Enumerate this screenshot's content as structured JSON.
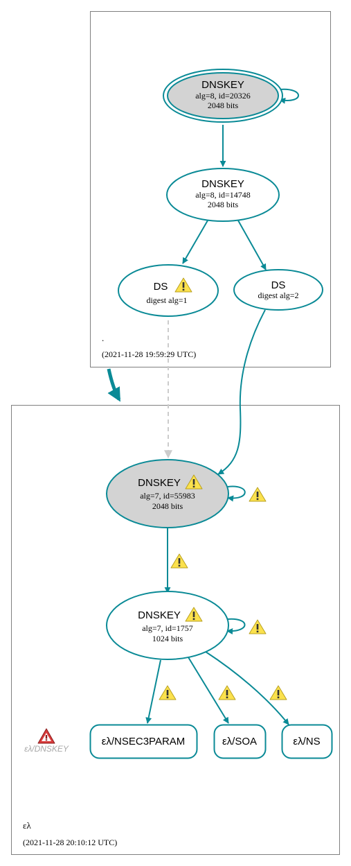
{
  "colors": {
    "edge": "#0a8a96",
    "node_stroke": "#0a8a96",
    "ksk_fill": "#d3d3d3",
    "zone_border": "#7f7f7f",
    "dashed_edge": "#cccccc",
    "warning_fill": "#fbe14d",
    "error_fill": "#d93a3a",
    "missing_text": "#a8a8a8"
  },
  "root_zone": {
    "name": ".",
    "timestamp": "(2021-11-28 19:59:29 UTC)",
    "ksk": {
      "title": "DNSKEY",
      "detail": "alg=8, id=20326",
      "size": "2048 bits"
    },
    "zsk": {
      "title": "DNSKEY",
      "detail": "alg=8, id=14748",
      "size": "2048 bits"
    },
    "ds1": {
      "title": "DS",
      "detail": "digest alg=1",
      "icon": "warning-icon"
    },
    "ds2": {
      "title": "DS",
      "detail": "digest alg=2"
    }
  },
  "el_zone": {
    "name": "ελ",
    "timestamp": "(2021-11-28 20:10:12 UTC)",
    "ksk": {
      "title": "DNSKEY",
      "detail": "alg=7, id=55983",
      "size": "2048 bits",
      "icon": "warning-icon"
    },
    "zsk": {
      "title": "DNSKEY",
      "detail": "alg=7, id=1757",
      "size": "1024 bits",
      "icon": "warning-icon"
    },
    "rrsets": {
      "nsec3param": "ελ/NSEC3PARAM",
      "soa": "ελ/SOA",
      "ns": "ελ/NS"
    },
    "missing_dnskey": {
      "label": "ελ/DNSKEY",
      "icon": "error-icon"
    }
  }
}
